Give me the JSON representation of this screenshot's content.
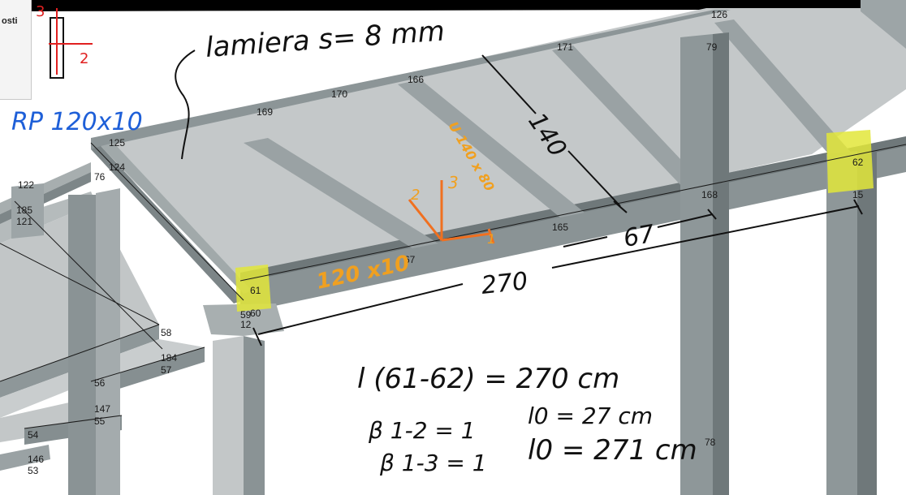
{
  "panel": {
    "label": "osti"
  },
  "section_axes": {
    "axis_3": "3",
    "axis_2": "2"
  },
  "annotations": {
    "lamiera": "lamiera   s= 8 mm",
    "plate_spec": "RP 120x10",
    "edge_spec": "120 x10",
    "diag_spec": "U 140 x 80",
    "len_140": "140",
    "len_67": "67",
    "len_270": "270",
    "local_axis_1": "1",
    "local_axis_2": "2",
    "local_axis_3": "3",
    "formula_length": "l (61-62) = 270 cm",
    "beta_12": "β 1-2 = 1",
    "beta_13": "β 1-3 = 1",
    "l0_a": "l0 = 27   cm",
    "l0_b": "l0 = 271 cm"
  },
  "node_labels": {
    "n126": "126",
    "n79": "79",
    "n171": "171",
    "n166": "166",
    "n170": "170",
    "n169": "169",
    "n125": "125",
    "n124": "124",
    "n76": "76",
    "n122": "122",
    "n185": "185",
    "n121": "121",
    "n62": "62",
    "n15": "15",
    "n168": "168",
    "n165": "165",
    "n67": "67",
    "n61": "61",
    "n59": "59",
    "n60": "60",
    "n12": "12",
    "n58": "58",
    "n184": "184",
    "n57": "57",
    "n56": "56",
    "n147": "147",
    "n55": "55",
    "n54": "54",
    "n146": "146",
    "n53": "53",
    "n78": "78"
  },
  "colors": {
    "steel_dark": "#707a7c",
    "steel_mid": "#8f999b",
    "steel_light": "#b9bfc0",
    "plate": "#c4c8c9",
    "highlight": "#e2e63a",
    "ink": "#111111",
    "blue_ink": "#1e5fd8",
    "orange_ink": "#f0a020",
    "red_ink": "#e02020"
  }
}
